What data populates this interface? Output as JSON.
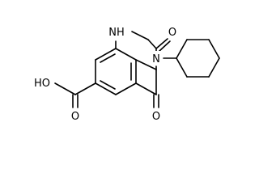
{
  "molecule": {
    "atom_labels": {
      "nh": "NH",
      "n": "N",
      "o_top": "O",
      "o_bottom": "O",
      "oh": "HO",
      "o_acid": "O"
    },
    "colors": {
      "bond": "#000000",
      "text": "#000000",
      "background": "#ffffff"
    }
  }
}
